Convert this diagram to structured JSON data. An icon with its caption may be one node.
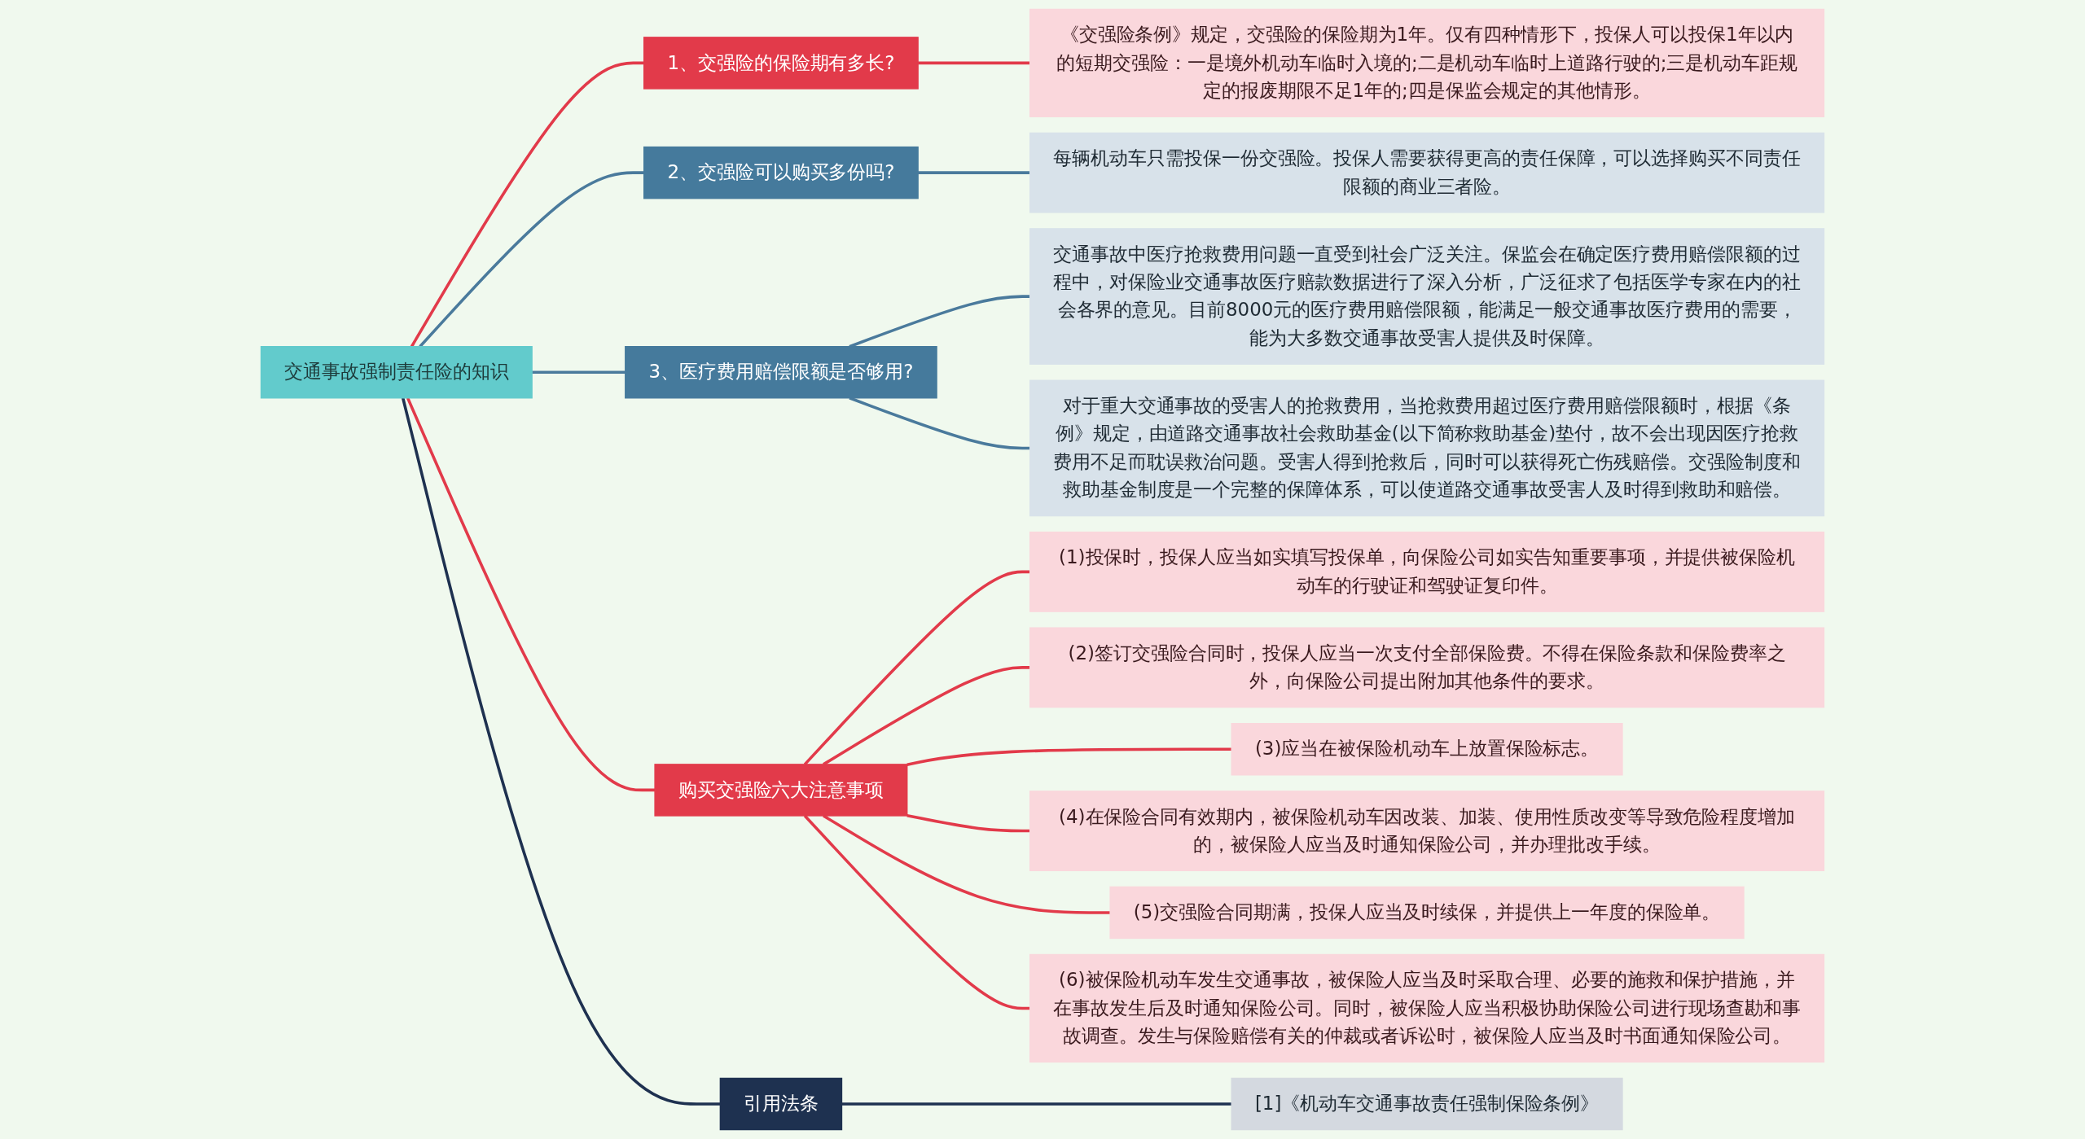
{
  "diagram": {
    "nodes": [
      {
        "text": [
          "交通事故强制责任险的知识"
        ]
      },
      {
        "text": [
          "1、交强险的保险期有多长?"
        ]
      },
      {
        "text": [
          "《交强险条例》规定，交强险的保险期为1年。仅有四种情形下，投保人可以投保1年以内的短期交强险：一是境外机动车临时入境的;二是机动车临时上道路行驶的;三是机动车距规定的报废期限不足1年的;四是保监会规定的其他情形。"
        ]
      },
      {
        "text": [
          "2、交强险可以购买多份吗?"
        ]
      },
      {
        "text": [
          "每辆机动车只需投保一份交强险。投保人需要获得更高的责任保障，可以选择购买不同责任限额的商业三者险。"
        ]
      },
      {
        "text": [
          "3、医疗费用赔偿限额是否够用?"
        ]
      },
      {
        "text": [
          "交通事故中医疗抢救费用问题一直受到社会广泛关注。保监会在确定医疗费用赔偿限额的过程中，对保险业交通事故医疗赔款数据进行了深入分析，广泛征求了包括医学专家在内的社会各界的意见。目前8000元的医疗费用赔偿限额，能满足一般交通事故医疗费用的需要，能为大多数交通事故受害人提供及时保障。"
        ]
      },
      {
        "text": [
          "对于重大交通事故的受害人的抢救费用，当抢救费用超过医疗费用赔偿限额时，根据《条例》规定，由道路交通事故社会救助基金(以下简称救助基金)垫付，故不会出现因医疗抢救费用不足而耽误救治问题。受害人得到抢救后，同时可以获得死亡伤残赔偿。交强险制度和救助基金制度是一个完整的保障体系，可以使道路交通事故受害人及时得到救助和赔偿。"
        ]
      },
      {
        "text": [
          "购买交强险六大注意事项"
        ]
      },
      {
        "text": [
          "(1)投保时，投保人应当如实填写投保单，向保险公司如实告知重要事项，并提供被保险机动车的行驶证和驾驶证复印件。"
        ]
      },
      {
        "text": [
          "(2)签订交强险合同时，投保人应当一次支付全部保险费。不得在保险条款和保险费率之外，向保险公司提出附加其他条件的要求。"
        ]
      },
      {
        "text": [
          "(3)应当在被保险机动车上放置保险标志。"
        ]
      },
      {
        "text": [
          "(4)在保险合同有效期内，被保险机动车因改装、加装、使用性质改变等导致危险程度增加的，被保险人应当及时通知保险公司，并办理批改手续。"
        ]
      },
      {
        "text": [
          "(5)交强险合同期满，投保人应当及时续保，并提供上一年度的保险单。"
        ]
      },
      {
        "text": [
          "(6)被保险机动车发生交通事故，被保险人应当及时采取合理、必要的施救和保护措施，并在事故发生后及时通知保险公司。同时，被保险人应当积极协助保险公司进行现场查勘和事故调查。发生与保险赔偿有关的仲裁或者诉讼时，被保险人应当及时书面通知保险公司。"
        ]
      },
      {
        "text": [
          "引用法条"
        ]
      },
      {
        "text": [
          "[1]《机动车交通事故责任强制保险条例》"
        ]
      }
    ],
    "edges": [
      {
        "from": 0,
        "to": 1,
        "arrow": "none"
      },
      {
        "from": 1,
        "to": 2,
        "arrow": "none"
      },
      {
        "from": 0,
        "to": 3,
        "arrow": "none",
        "color": "#4a7a9c"
      },
      {
        "from": 3,
        "to": 4,
        "arrow": "none",
        "color": "#4a7a9c"
      },
      {
        "from": 0,
        "to": 5,
        "arrow": "none",
        "color": "#4a7a9c"
      },
      {
        "from": 5,
        "to": 6,
        "arrow": "none",
        "color": "#4a7a9c"
      },
      {
        "from": 5,
        "to": 7,
        "arrow": "none",
        "color": "#4a7a9c"
      },
      {
        "from": 0,
        "to": 8,
        "arrow": "none"
      },
      {
        "from": 8,
        "to": 9,
        "arrow": "none"
      },
      {
        "from": 8,
        "to": 10,
        "arrow": "none"
      },
      {
        "from": 8,
        "to": 11,
        "arrow": "none"
      },
      {
        "from": 8,
        "to": 12,
        "arrow": "none"
      },
      {
        "from": 8,
        "to": 13,
        "arrow": "none"
      },
      {
        "from": 8,
        "to": 14,
        "arrow": "none"
      },
      {
        "from": 0,
        "to": 15,
        "arrow": "none",
        "color": "#1e3150"
      },
      {
        "from": 15,
        "to": 16,
        "arrow": "none",
        "color": "#1e3150"
      }
    ]
  }
}
